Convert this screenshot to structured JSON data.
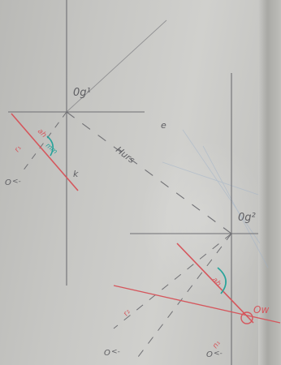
{
  "labels": {
    "og1": "0g¹",
    "og2": "0g²",
    "hurs": "Hurs",
    "e": "e",
    "k": "k",
    "ah1": "ah",
    "ah2": "ah",
    "r1": "r₁",
    "r2": "r₂",
    "n1": "n₁",
    "mm": "mm",
    "o1": "O",
    "o2": "O",
    "o3": "O",
    "arrow1": "<-",
    "arrow2": "<-",
    "arrow3": "<-",
    "ow": "Ow"
  },
  "colors": {
    "pencil": "#6f6f73",
    "dashed": "#707074",
    "red": "#d5565c",
    "teal": "#27a39a",
    "faint_blue": "#9fb2c9"
  }
}
